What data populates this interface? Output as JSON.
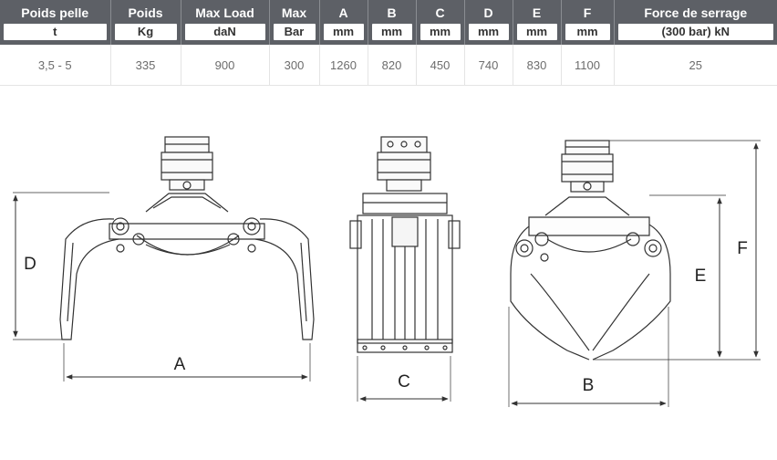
{
  "table": {
    "headers": [
      {
        "name": "Poids pelle",
        "unit": "t"
      },
      {
        "name": "Poids",
        "unit": "Kg"
      },
      {
        "name": "Max Load",
        "unit": "daN"
      },
      {
        "name": "Max",
        "unit": "Bar"
      },
      {
        "name": "A",
        "unit": "mm"
      },
      {
        "name": "B",
        "unit": "mm"
      },
      {
        "name": "C",
        "unit": "mm"
      },
      {
        "name": "D",
        "unit": "mm"
      },
      {
        "name": "E",
        "unit": "mm"
      },
      {
        "name": "F",
        "unit": "mm"
      },
      {
        "name": "Force de serrage",
        "unit": "(300 bar) kN"
      }
    ],
    "row": [
      "3,5 - 5",
      "335",
      "900",
      "300",
      "1260",
      "820",
      "450",
      "740",
      "830",
      "1100",
      "25"
    ]
  },
  "drawing": {
    "labels": {
      "a": "A",
      "b": "B",
      "c": "C",
      "d": "D",
      "e": "E",
      "f": "F"
    }
  },
  "colors": {
    "header_bg": "#5d6066",
    "cell_text": "#6c6c6c",
    "line": "#333333"
  }
}
